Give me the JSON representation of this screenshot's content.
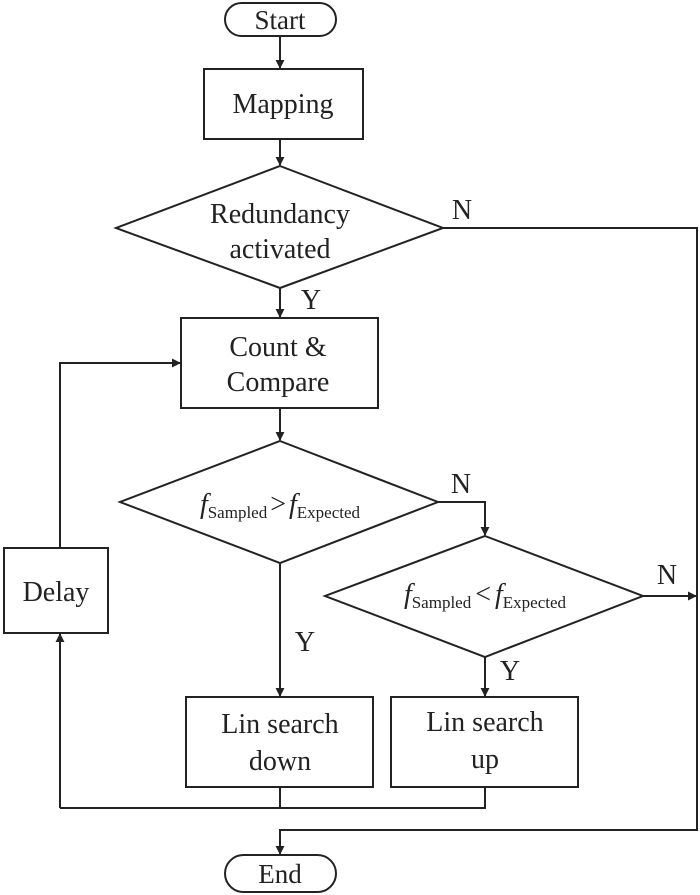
{
  "nodes": {
    "start": "Start",
    "mapping": "Mapping",
    "redundancy": {
      "line1": "Redundancy",
      "line2": "activated"
    },
    "count_compare": {
      "line1": "Count &",
      "line2": "Compare"
    },
    "cmp_gt": {
      "f1": "f",
      "sub1": "Sampled",
      "op": ">",
      "f2": "f",
      "sub2": "Expected"
    },
    "cmp_lt": {
      "f1": "f",
      "sub1": "Sampled",
      "op": "<",
      "f2": "f",
      "sub2": "Expected"
    },
    "delay": "Delay",
    "lin_down": {
      "line1": "Lin search",
      "line2": "down"
    },
    "lin_up": {
      "line1": "Lin search",
      "line2": "up"
    },
    "end": "End"
  },
  "edge_labels": {
    "redundancy_no": "N",
    "redundancy_yes": "Y",
    "gt_no": "N",
    "gt_yes": "Y",
    "lt_no": "N",
    "lt_yes": "Y"
  },
  "colors": {
    "stroke": "#222222",
    "background": "#ffffff"
  }
}
